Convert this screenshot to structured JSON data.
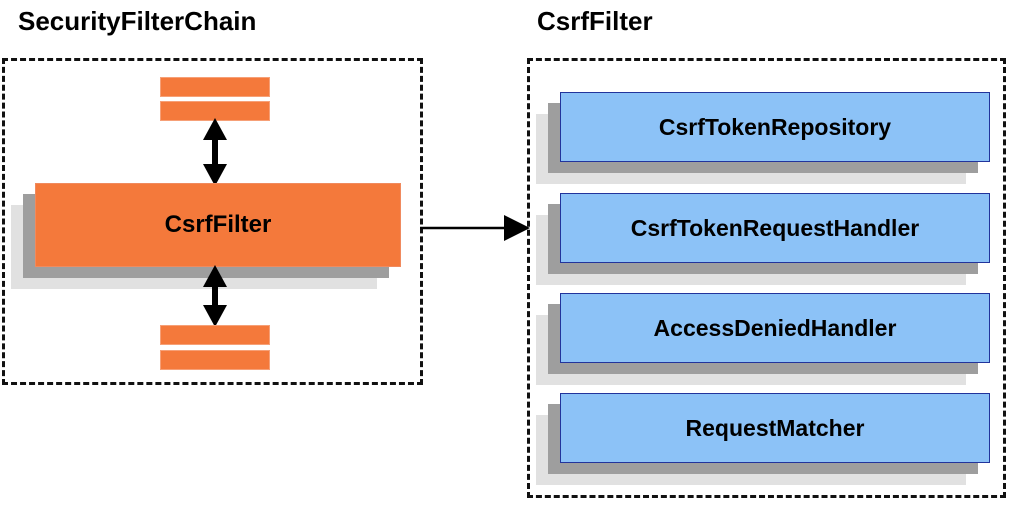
{
  "diagram": {
    "title_left": "SecurityFilterChain",
    "title_right": "CsrfFilter",
    "background_color": "#ffffff",
    "orange_color": "#f4793b",
    "blue_color": "#8cc2f7",
    "blue_border_color": "#22349c",
    "shadow_dark_color": "#9e9e9e",
    "shadow_light_color": "#e1e1e1",
    "border_color": "#111111"
  },
  "left_panel": {
    "title": "SecurityFilterChain",
    "highlight_filter": "CsrfFilter",
    "bars_above": [
      {
        "name": "filter-bar-above-1"
      },
      {
        "name": "filter-bar-above-2"
      }
    ],
    "bars_below": [
      {
        "name": "filter-bar-below-1"
      },
      {
        "name": "filter-bar-below-2"
      }
    ],
    "arrows": [
      {
        "name": "arrow-up-down-top",
        "direction": "bidirectional-vertical"
      },
      {
        "name": "arrow-up-down-bottom",
        "direction": "bidirectional-vertical"
      }
    ]
  },
  "connector": {
    "name": "arrow-left-to-right",
    "direction": "right"
  },
  "right_panel": {
    "title": "CsrfFilter",
    "collaborators": [
      {
        "label": "CsrfTokenRepository"
      },
      {
        "label": "CsrfTokenRequestHandler"
      },
      {
        "label": "AccessDeniedHandler"
      },
      {
        "label": "RequestMatcher"
      }
    ]
  }
}
